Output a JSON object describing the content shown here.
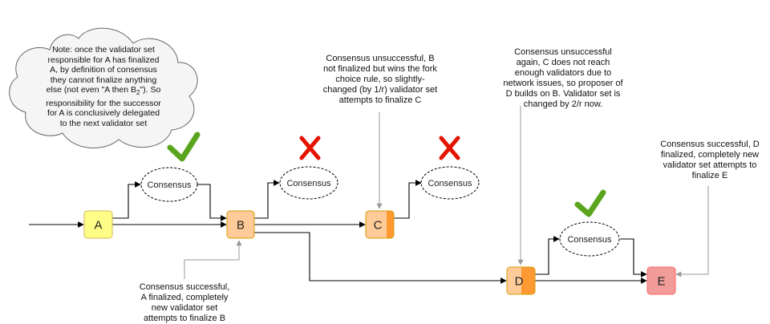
{
  "nodes": {
    "a": "A",
    "b": "B",
    "c": "C",
    "d": "D",
    "e": "E"
  },
  "consensus_label": "Consensus",
  "notes": {
    "cloud": "Note: once the validator set responsible for A has finalized A, by definition of consensus they cannot finalize anything else (not even \"A then B",
    "cloud_sub": "2",
    "cloud_tail": "\"). So responsibility for the successor for A is conclusively delegated to the next validator set",
    "b_success": "Consensus successful,\nA finalized, completely\nnew validator set\nattempts to finalize B",
    "c_fail": "Consensus unsuccessful, B\nnot finalized but wins the fork\nchoice rule, so slightly-\nchanged (by 1/r) validator set\nattempts to finalize C",
    "d_fail": "Consensus unsuccessful\nagain, C does not reach\nenough validators due to\nnetwork issues, so proposer of\nD builds on B. Validator set is\nchanged by 2/r now.",
    "e_success": "Consensus successful, D\nfinalized, completely new\nvalidator set attempts to\nfinalize E"
  },
  "colors": {
    "node_a": "#ffff88",
    "node_a_border": "#d6b656",
    "node_b": "#ffcc99",
    "node_orange_border": "#d79b00",
    "node_orange_strip": "#ff9933",
    "node_e": "#f19c99",
    "node_e_border": "#ff6666",
    "check": "#5aa51d",
    "cross": "#e51400",
    "edge": "#000000",
    "annotation_arrow": "#999999",
    "cloud_fill": "#f5f5f5"
  },
  "icons": {
    "success": "check-icon",
    "failure": "cross-icon"
  }
}
